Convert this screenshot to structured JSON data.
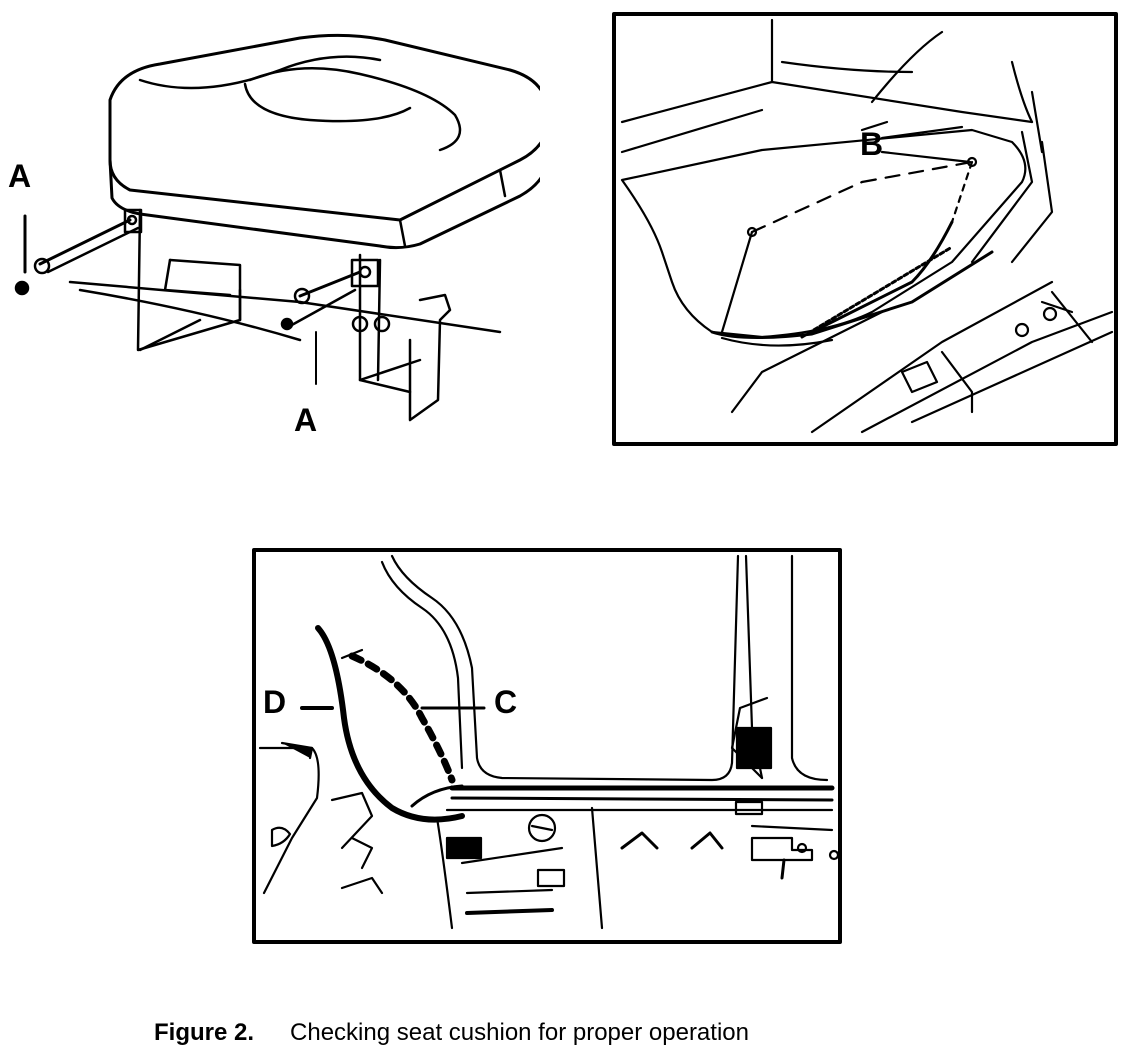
{
  "callouts": {
    "a_left": "A",
    "a_bottom": "A",
    "b": "B",
    "c": "C",
    "d": "D"
  },
  "caption": {
    "number": "Figure 2.",
    "text": "Checking seat cushion for proper operation"
  },
  "colors": {
    "ink": "#000000",
    "paper": "#ffffff"
  }
}
